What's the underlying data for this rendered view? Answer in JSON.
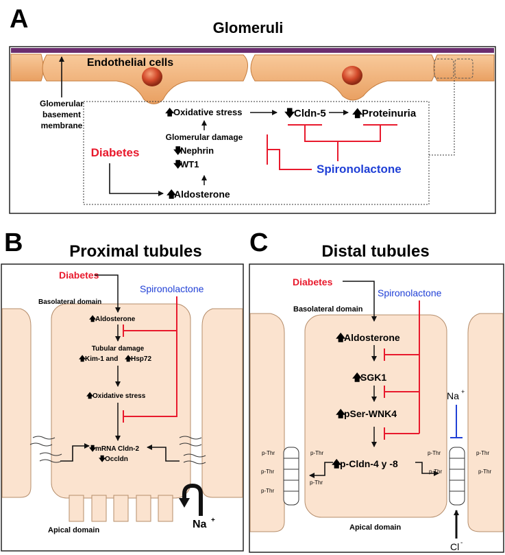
{
  "panel_a": {
    "letter": "A",
    "title": "Glomeruli",
    "endothelial": "Endothelial cells",
    "gbm": [
      "Glomerular",
      "basement",
      "membrane"
    ],
    "diabetes": "Diabetes",
    "oxidative": "Oxidative stress",
    "glom_damage": "Glomerular damage",
    "nephrin": "Nephrin",
    "wt1": "WT1",
    "aldosterone": "Aldosterone",
    "cldn5": "Cldn-5",
    "proteinuria": "Proteinuria",
    "spironolactone": "Spironolactone"
  },
  "panel_b": {
    "letter": "B",
    "title": "Proximal tubules",
    "diabetes": "Diabetes",
    "spironolactone": "Spironolactone",
    "basolateral": "Basolateral domain",
    "aldosterone": "Aldosterone",
    "tubular_damage": "Tubular damage",
    "kim_hsp": [
      "Kim-1 and ",
      "Hsp72"
    ],
    "oxidative": "Oxidative stress",
    "mrna": "mRNA Cldn-2",
    "occldn": "Occldn",
    "na": "Na",
    "apical": "Apical domain"
  },
  "panel_c": {
    "letter": "C",
    "title": "Distal tubules",
    "diabetes": "Diabetes",
    "spironolactone": "Spironolactone",
    "basolateral": "Basolateral domain",
    "aldosterone": "Aldosterone",
    "sgk1": "SGK1",
    "wnk4": "pSer-WNK4",
    "cldn": "p-Cldn-4 y -8",
    "na": "Na",
    "cl": "Cl",
    "pthr": "p-Thr",
    "apical": "Apical domain"
  },
  "colors": {
    "red": "#e8192c",
    "blue": "#1f3fd6",
    "cell": "#fbe3cf",
    "endo": "#f2b37a",
    "gbm": "#6b2d6f"
  }
}
